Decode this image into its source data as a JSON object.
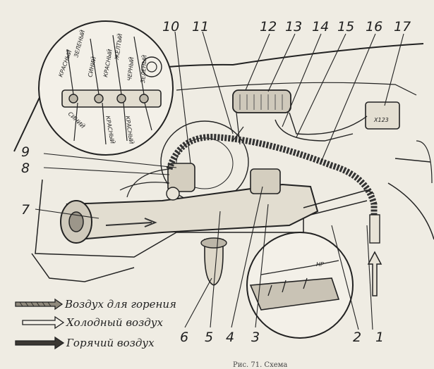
{
  "callouts": [
    "1",
    "2",
    "3",
    "4",
    "5",
    "6",
    "7",
    "8",
    "9",
    "10",
    "11",
    "12",
    "13",
    "14",
    "15",
    "16",
    "17"
  ],
  "legend": [
    {
      "text": "Воздух для горения",
      "arrow": "hatched-arrow"
    },
    {
      "text": "Холодный воздух",
      "arrow": "hollow-arrow"
    },
    {
      "text": "Горячий воздух",
      "arrow": "dark-arrow"
    }
  ],
  "inset_top_wires": [
    "КРАСНЫЙ",
    "ЗЕЛЕНЫЙ",
    "СИНИЙ",
    "КРАСНЫЙ",
    "ЖЕЛТЫЙ",
    "ЧЕРНЫЙ",
    "ЗЕЛЕНЫЙ",
    "СИНИЙ",
    "КРАСНЫЙ",
    "КРАСНЫЙ"
  ],
  "inset_bottom_label": "НР",
  "fuse_label": "Х123",
  "caption": "Рис. 71. Схема"
}
